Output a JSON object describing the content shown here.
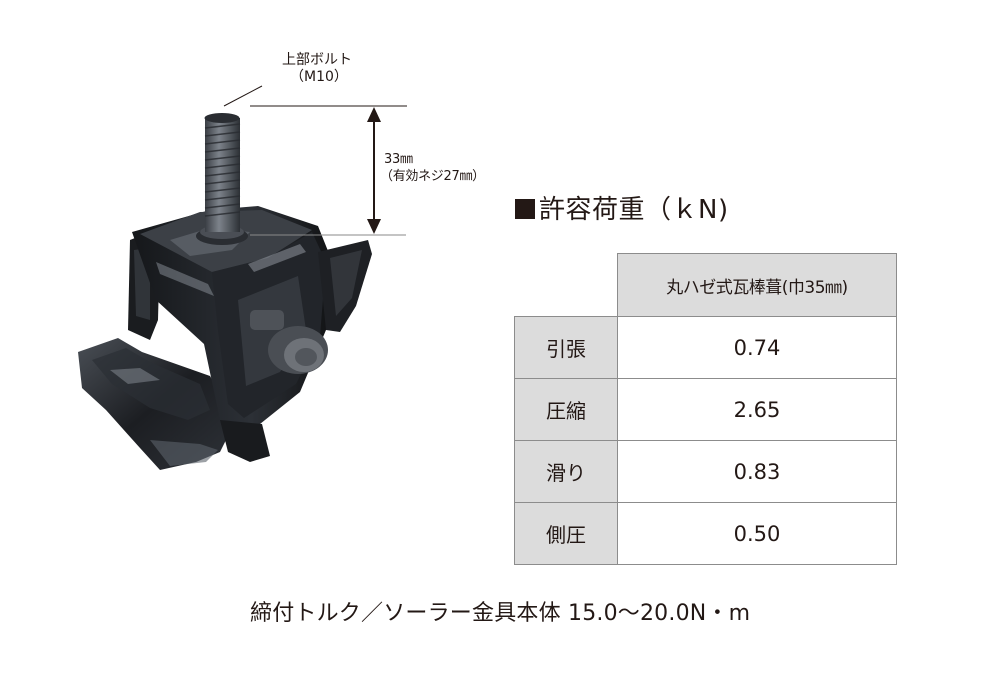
{
  "product_image": {
    "description": "black metal solar mounting bracket with upward threaded bolt",
    "colors": {
      "metal_dark": "#1b1d20",
      "metal_mid": "#3a3e44",
      "metal_light": "#8a9098",
      "bolt": "#5a5f66"
    }
  },
  "callouts": {
    "bolt_label": "上部ボルト",
    "bolt_size": "（M10）",
    "dimension_length": "33㎜",
    "dimension_note": "（有効ネジ27㎜）"
  },
  "load_table": {
    "title": "許容荷重（ｋN)",
    "column_header": "丸ハゼ式瓦棒葺(巾35㎜)",
    "rows": [
      {
        "label": "引張",
        "value": "0.74"
      },
      {
        "label": "圧縮",
        "value": "2.65"
      },
      {
        "label": "滑り",
        "value": "0.83"
      },
      {
        "label": "側圧",
        "value": "0.50"
      }
    ],
    "colors": {
      "header_bg": "#dcdcdc",
      "border": "#8c8c8c",
      "cell_bg": "#ffffff"
    }
  },
  "footer": {
    "torque_note": "締付トルク／ソーラー金具本体 15.0〜20.0N・m"
  }
}
